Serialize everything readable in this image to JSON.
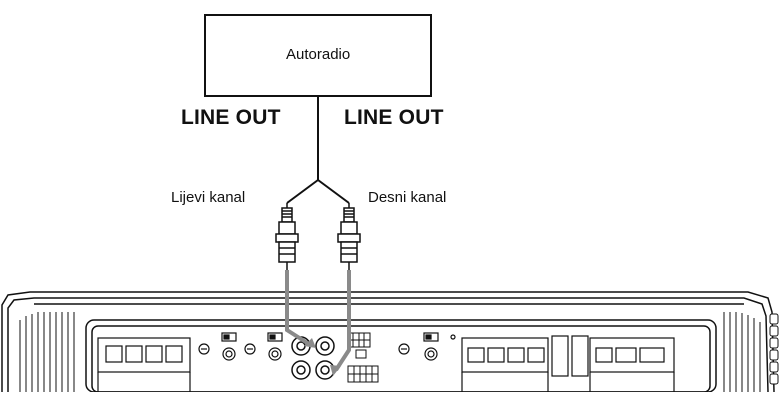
{
  "diagram": {
    "head_unit": {
      "label": "Autoradio"
    },
    "line_out_left": "LINE OUT",
    "line_out_right": "LINE OUT",
    "left_channel": "Lijevi kanal",
    "right_channel": "Desni kanal"
  },
  "colors": {
    "line": "#111111",
    "signal_cable": "#8a8a8a",
    "background": "#ffffff"
  }
}
